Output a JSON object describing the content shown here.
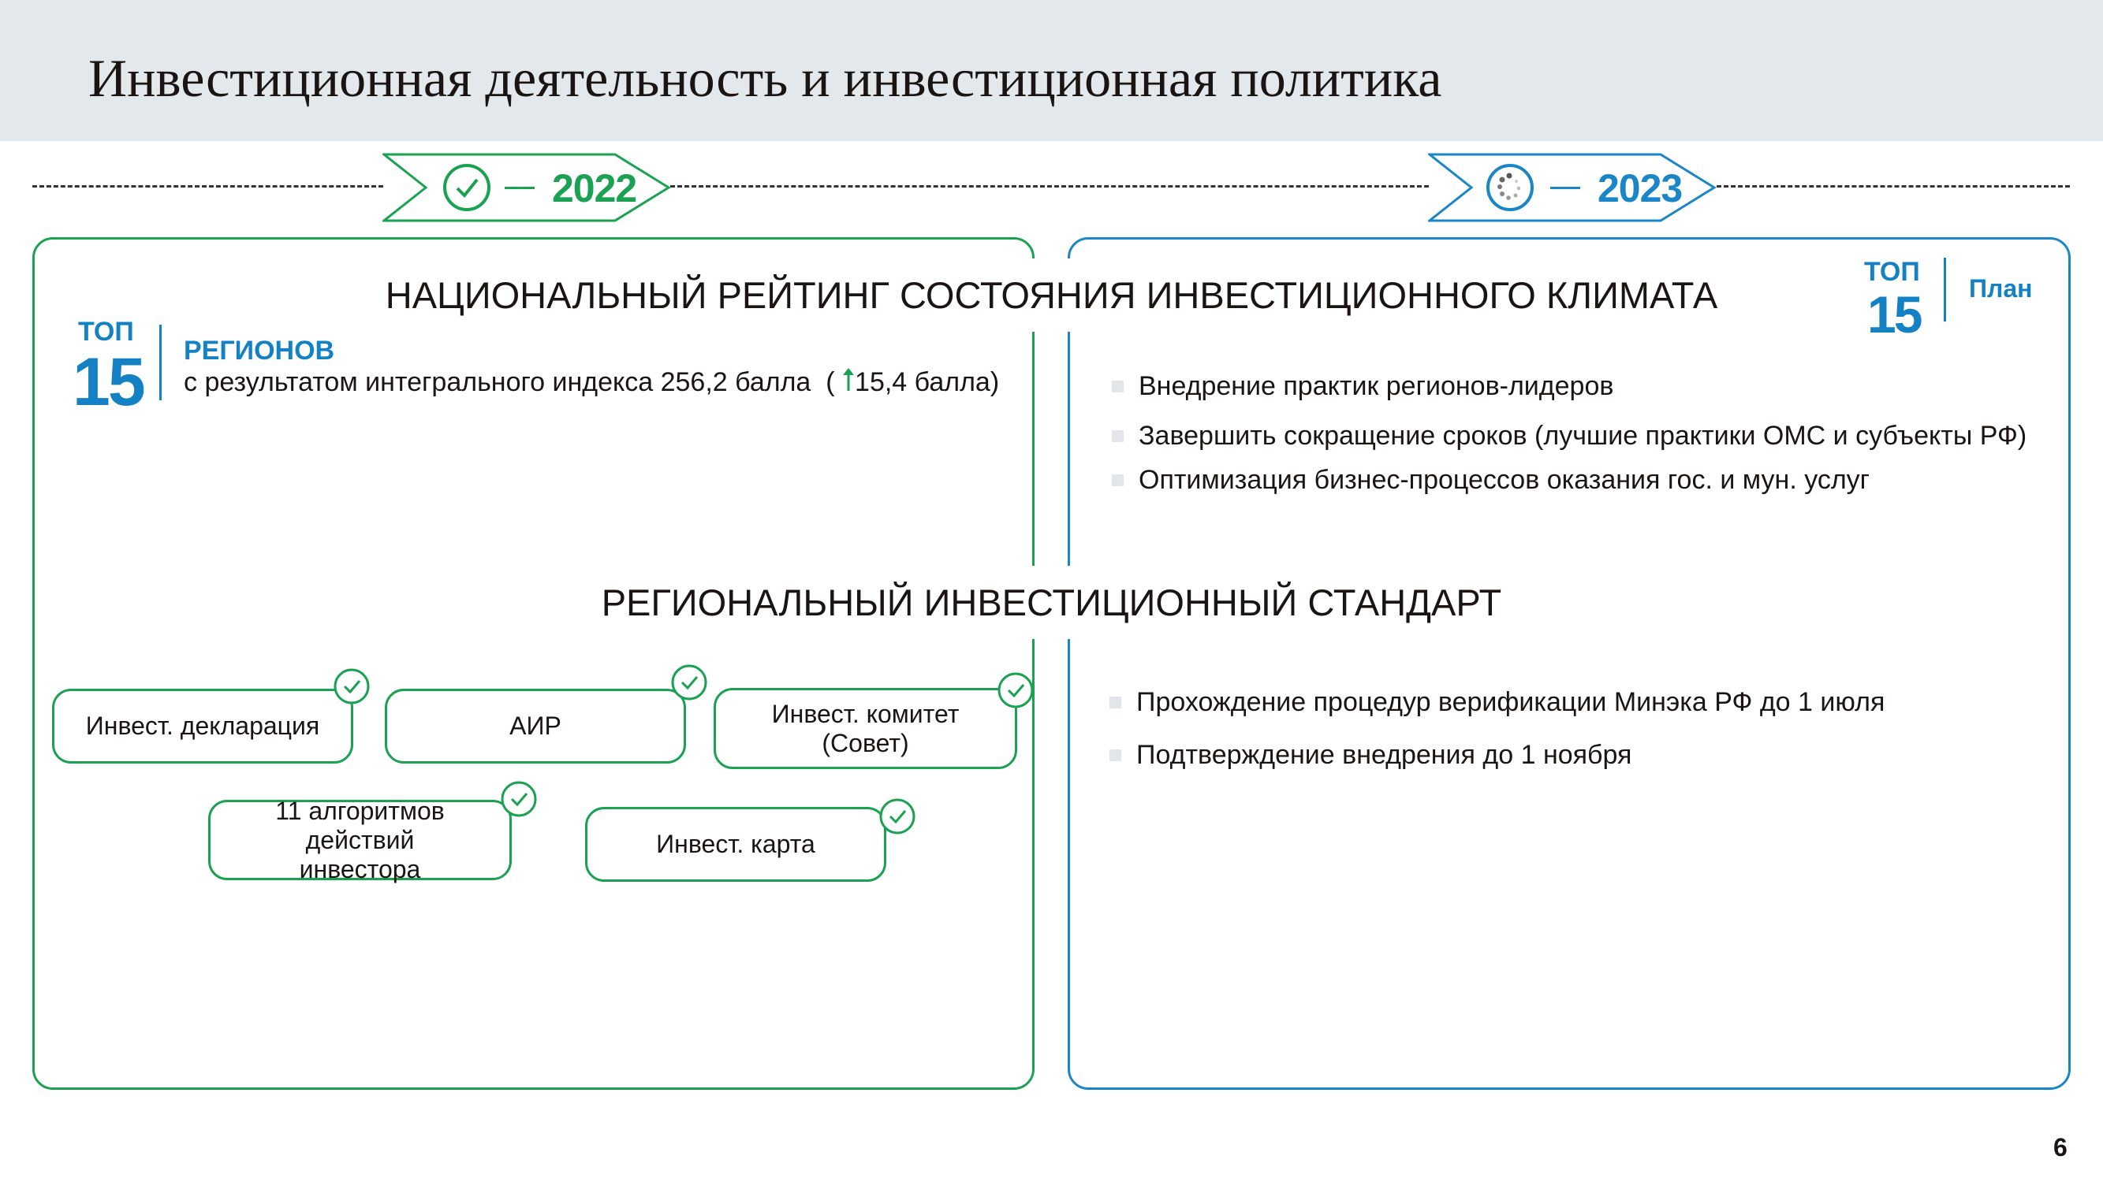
{
  "header": {
    "title": "Инвестиционная деятельность и инвестиционная политика"
  },
  "timeline": [
    {
      "year": "2022",
      "status_icon": "check-circle-icon",
      "color": "#1aa152"
    },
    {
      "year": "2023",
      "status_icon": "loading-icon",
      "color": "#1a86c7"
    }
  ],
  "national_rating": {
    "title": "НАЦИОНАЛЬНЫЙ РЕЙТИНГ СОСТОЯНИЯ ИНВЕСТИЦИОННОГО КЛИМАТА",
    "result_2022": {
      "top_label": "ТОП",
      "top_value": "15",
      "regions_label": "РЕГИОНОВ",
      "description": "с результатом интегрального индекса 256,2 балла",
      "open_paren": "(",
      "change": "15,4 балла)",
      "change_icon": "arrow-up-icon"
    },
    "plan_2023": {
      "top_label": "ТОП",
      "top_value": "15",
      "plan_label": "План",
      "items": [
        "Внедрение практик регионов-лидеров",
        "Завершить сокращение сроков (лучшие практики ОМС и субъекты РФ)",
        "Оптимизация бизнес-процессов оказания гос. и мун. услуг"
      ]
    }
  },
  "regional_standard": {
    "title": "РЕГИОНАЛЬНЫЙ ИНВЕСТИЦИОННЫЙ СТАНДАРТ",
    "done_2022": [
      "Инвест. декларация",
      "АИР",
      "Инвест. комитет (Совет)",
      "11 алгоритмов действий инвестора",
      "Инвест. карта"
    ],
    "plan_2023": [
      "Прохождение процедур верификации Минэка РФ до 1 июля",
      "Подтверждение внедрения до 1 ноября"
    ]
  },
  "colors": {
    "green": "#1aa152",
    "blue": "#1a86c7",
    "header_bg": "#e3e8ec"
  },
  "page_number": "6"
}
